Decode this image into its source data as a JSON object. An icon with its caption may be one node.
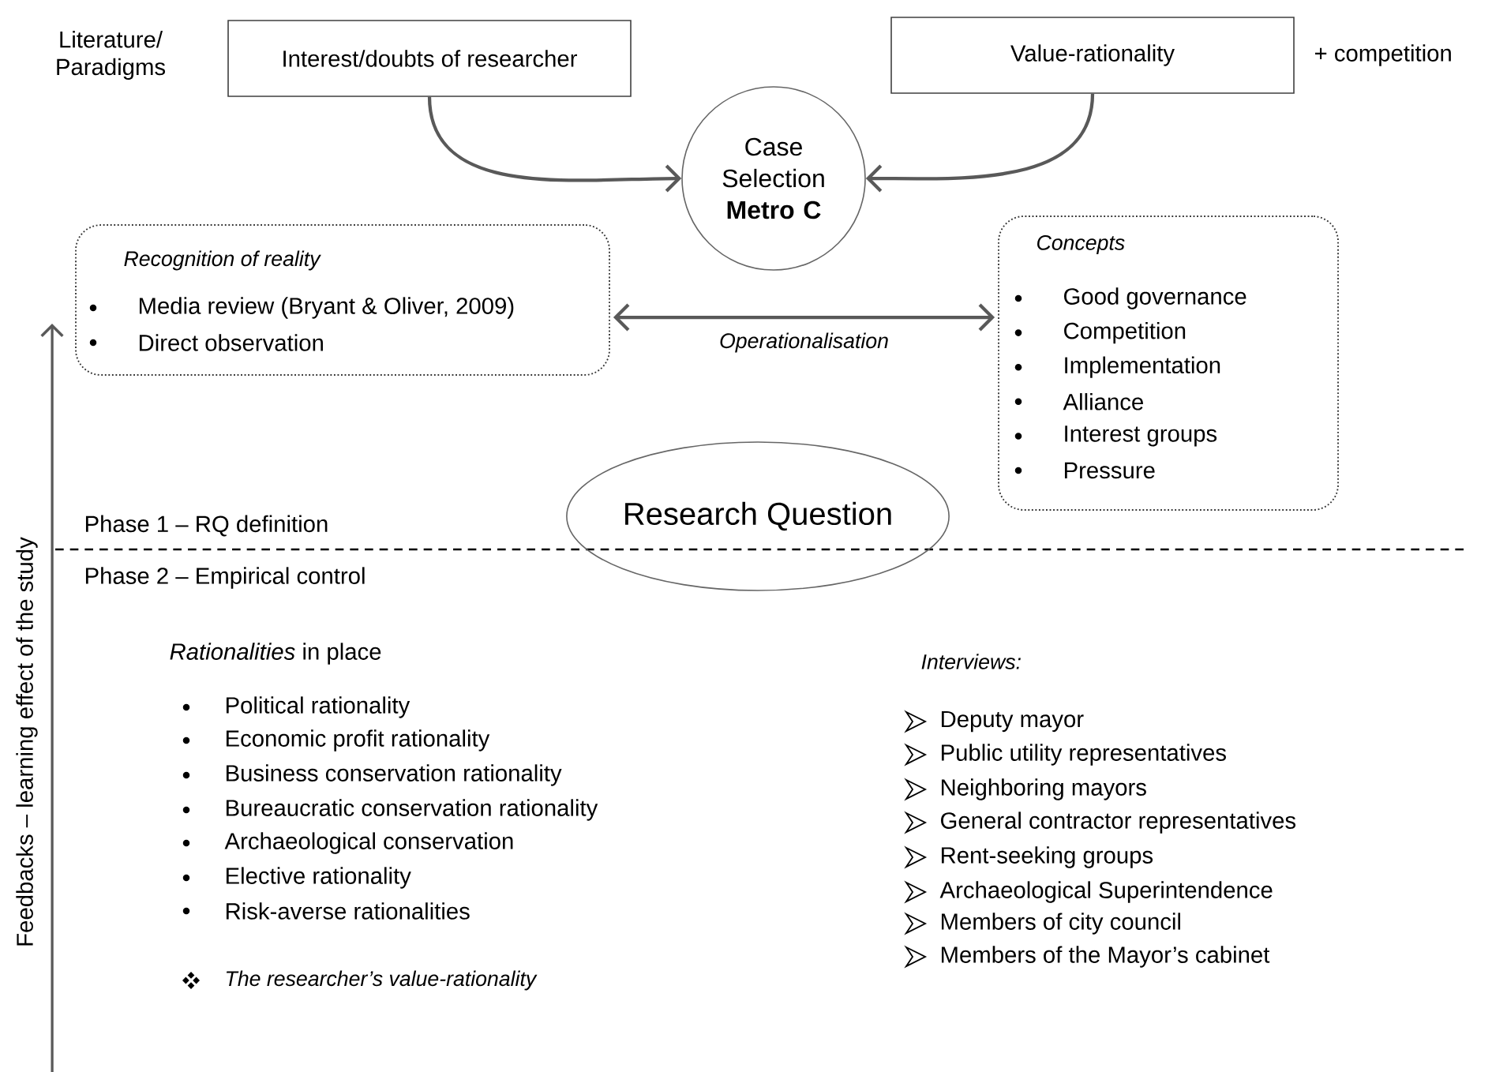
{
  "diagram": {
    "nodes": [
      {
        "text": [
          "Interest/doubts of researcher"
        ]
      },
      {
        "text": [
          "Value-rationality"
        ]
      },
      {
        "text": [
          "Case Selection **Metro C**"
        ]
      },
      {
        "text": [
          "Recognition of reality",
          "Media review (Bryant & Oliver, 2009)",
          "Direct observation"
        ]
      },
      {
        "text": [
          "Concepts",
          "Good governance",
          "Competition",
          "Implementation",
          "Alliance",
          "Interest groups",
          "Pressure"
        ]
      },
      {
        "text": [
          "Research Question"
        ]
      }
    ],
    "edges": [
      {
        "from": 0,
        "to": 2,
        "arrow": "to"
      },
      {
        "from": 1,
        "to": 2,
        "arrow": "to"
      },
      {
        "from": 3,
        "to": 4,
        "arrow": "both",
        "label": "Operationalisation"
      }
    ],
    "labels": [
      "Literature/ Paradigms",
      "+ competition",
      "Phase 1 – RQ definition",
      "Phase 2 – Empirical control",
      "Feedbacks – learning effect of the study",
      "*Rationalities* in place",
      "Political rationality",
      "Economic profit rationality",
      "Business conservation rationality",
      "Bureaucratic conservation rationality",
      "Archaeological conservation",
      "Elective rationality",
      "Risk-averse rationalities",
      "The researcher’s value-rationality",
      "Interviews:",
      "Deputy mayor",
      "Public utility representatives",
      "Neighboring mayors",
      "General contractor representatives",
      "Rent-seeking groups",
      "Archaeological Superintendence",
      "Members of city council",
      "Members of the Mayor’s cabinet"
    ]
  }
}
